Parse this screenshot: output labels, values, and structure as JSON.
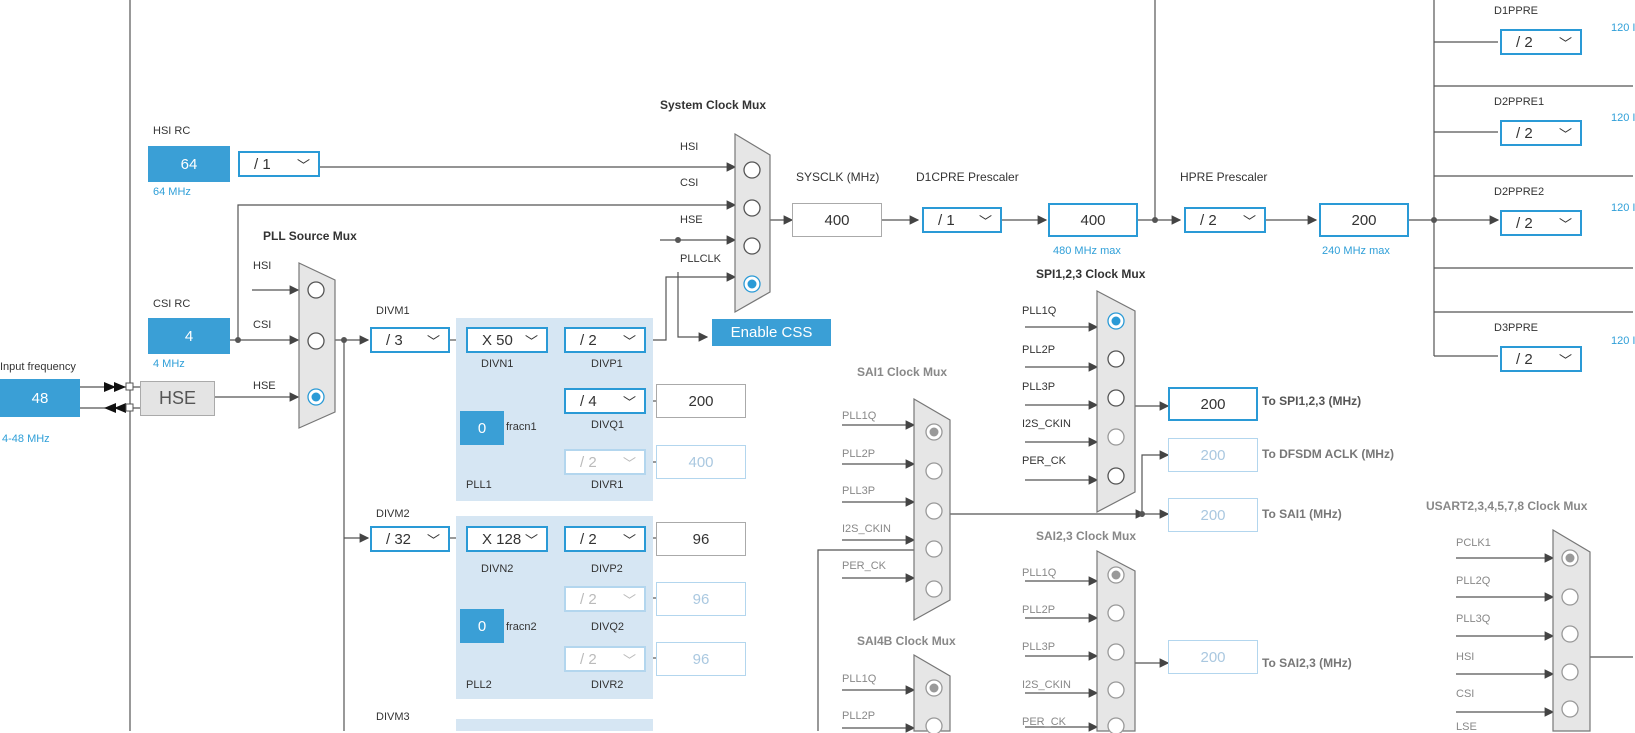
{
  "input": {
    "label": "Input frequency",
    "value": "48",
    "range": "4-48 MHz"
  },
  "hse": {
    "label": "HSE"
  },
  "hsi_rc": {
    "title": "HSI RC",
    "value": "64",
    "freq": "64 MHz",
    "div": "/ 1"
  },
  "csi_rc": {
    "title": "CSI RC",
    "value": "4",
    "freq": "4 MHz"
  },
  "pll_source_mux": {
    "title": "PLL Source Mux",
    "inputs": [
      "HSI",
      "CSI",
      "HSE"
    ]
  },
  "system_clock_mux": {
    "title": "System Clock Mux",
    "inputs": [
      "HSI",
      "CSI",
      "HSE",
      "PLLCLK"
    ]
  },
  "enable_css": {
    "label": "Enable CSS"
  },
  "sysclk": {
    "label": "SYSCLK (MHz)",
    "value": "400"
  },
  "d1cpre": {
    "label": "D1CPRE Prescaler",
    "div": "/ 1",
    "value": "400",
    "max": "480 MHz max"
  },
  "hpre": {
    "label": "HPRE Prescaler",
    "div": "/ 2",
    "value": "200",
    "max": "240 MHz max"
  },
  "right_prescalers": [
    {
      "label": "D1PPRE",
      "div": "/ 2",
      "out": "120 I"
    },
    {
      "label": "D2PPRE1",
      "div": "/ 2",
      "out": "120 I"
    },
    {
      "label": "D2PPRE2",
      "div": "/ 2",
      "out": "120 I"
    },
    {
      "label": "D3PPRE",
      "div": "/ 2",
      "out": "120 I"
    }
  ],
  "pll1": {
    "divm_label": "DIVM1",
    "divm": "/ 3",
    "divn": "X 50",
    "divn_label": "DIVN1",
    "divp": "/ 2",
    "divp_label": "DIVP1",
    "divq": "/ 4",
    "divq_label": "DIVQ1",
    "divq_out": "200",
    "divr": "/ 2",
    "divr_label": "DIVR1",
    "divr_out": "400",
    "frac": "0",
    "frac_label": "fracn1",
    "name": "PLL1"
  },
  "pll2": {
    "divm_label": "DIVM2",
    "divm": "/ 32",
    "divn": "X 128",
    "divn_label": "DIVN2",
    "divp": "/ 2",
    "divp_label": "DIVP2",
    "divp_out": "96",
    "divq": "/ 2",
    "divq_label": "DIVQ2",
    "divq_out": "96",
    "divr": "/ 2",
    "divr_label": "DIVR2",
    "divr_out": "96",
    "frac": "0",
    "frac_label": "fracn2",
    "name": "PLL2"
  },
  "divm3_label": "DIVM3",
  "spi_mux": {
    "title": "SPI1,2,3 Clock Mux",
    "inputs": [
      "PLL1Q",
      "PLL2P",
      "PLL3P",
      "I2S_CKIN",
      "PER_CK"
    ]
  },
  "sai1_mux": {
    "title": "SAI1 Clock Mux",
    "inputs": [
      "PLL1Q",
      "PLL2P",
      "PLL3P",
      "I2S_CKIN",
      "PER_CK"
    ]
  },
  "sai23_mux": {
    "title": "SAI2,3 Clock Mux",
    "inputs": [
      "PLL1Q",
      "PLL2P",
      "PLL3P",
      "I2S_CKIN",
      "PER_CK"
    ]
  },
  "sai4b_mux": {
    "title": "SAI4B Clock Mux",
    "inputs": [
      "PLL1Q",
      "PLL2P"
    ]
  },
  "usart_mux": {
    "title": "USART2,3,4,5,7,8 Clock Mux",
    "inputs": [
      "PCLK1",
      "PLL2Q",
      "PLL3Q",
      "HSI",
      "CSI",
      "LSE"
    ]
  },
  "outputs": {
    "spi": {
      "value": "200",
      "label": "To SPI1,2,3 (MHz)"
    },
    "dfsdm": {
      "value": "200",
      "label": "To DFSDM ACLK (MHz)"
    },
    "sai1": {
      "value": "200",
      "label": "To SAI1 (MHz)"
    },
    "sai23": {
      "value": "200",
      "label": "To SAI2,3 (MHz)"
    }
  },
  "colors": {
    "accent": "#3a9fd6",
    "panel": "#d6e6f3",
    "line": "#555555"
  }
}
